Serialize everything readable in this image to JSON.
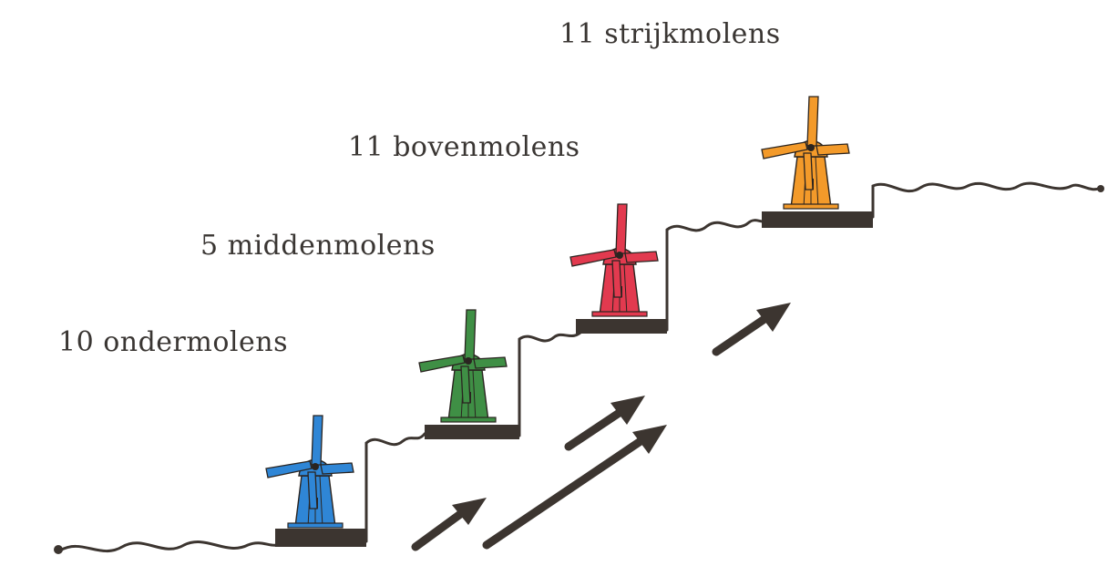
{
  "diagram": {
    "labels": [
      {
        "id": "onder",
        "text": "10 ondermolens"
      },
      {
        "id": "midden",
        "text": "5 middenmolens"
      },
      {
        "id": "boven",
        "text": "11 bovenmolens"
      },
      {
        "id": "strijk",
        "text": "11 strijkmolens"
      }
    ],
    "mills": [
      {
        "id": "onder",
        "color": "#2f86d6"
      },
      {
        "id": "midden",
        "color": "#3f8f45"
      },
      {
        "id": "boven",
        "color": "#e23a4f"
      },
      {
        "id": "strijk",
        "color": "#f39a2a"
      }
    ],
    "colors": {
      "ground": "#3c3530",
      "arrow": "#3c3530",
      "outline": "#2a2420"
    }
  }
}
